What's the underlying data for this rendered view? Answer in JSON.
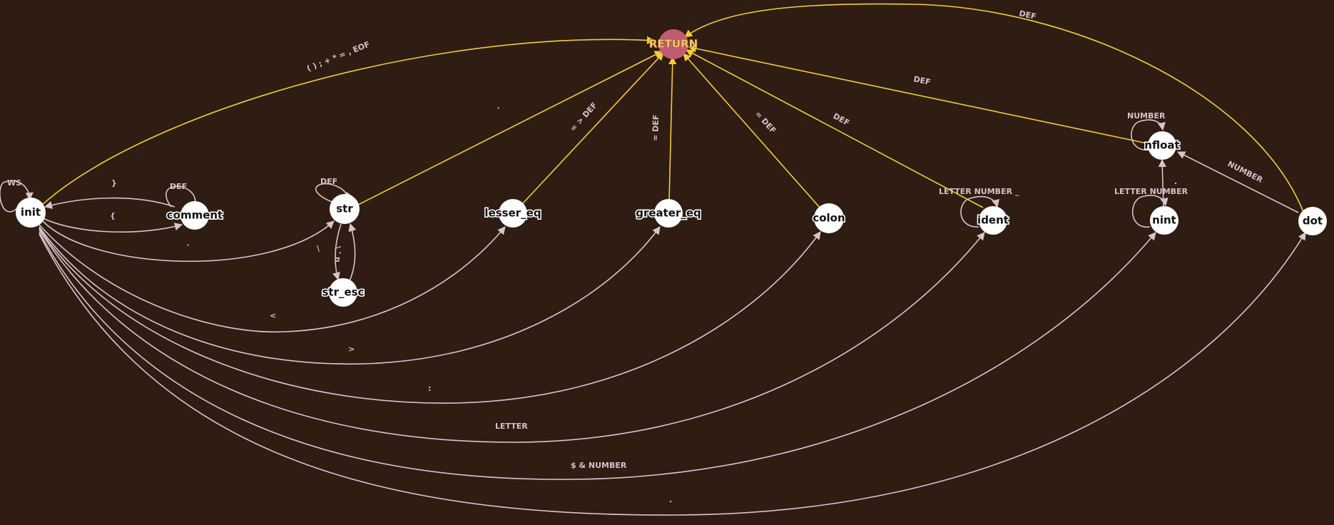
{
  "colors": {
    "background": "#2f1c12",
    "edge_default": "#d9c4cc",
    "edge_return": "#f2cd38",
    "node_fill": "#ffffff",
    "return_fill": "#c15b72",
    "return_text": "#f5c860"
  },
  "nodes": {
    "return": "RETURN",
    "init": "init",
    "comment": "comment",
    "str": "str",
    "str_esc": "str_esc",
    "lesser_eq": "lesser_eq",
    "greater_eq": "greater_eq",
    "colon": "colon",
    "ident": "ident",
    "nint": "nint",
    "nfloat": "nfloat",
    "dot": "dot"
  },
  "edge_labels": {
    "init_self": "WS",
    "init_return": "( ) ; + * = , EOF",
    "init_comment": "{",
    "comment_init": "}",
    "comment_self": "DEF",
    "init_str": "'",
    "str_self": "DEF",
    "str_return": "'",
    "str_str_esc": "\\",
    "str_esc_str": "\\ ' n",
    "init_lesser_eq": "<",
    "lesser_eq_return": "= > DEF",
    "init_greater_eq": ">",
    "greater_eq_return": "= DEF",
    "init_colon": ":",
    "colon_return": "= DEF",
    "init_ident": "LETTER",
    "ident_self": "LETTER NUMBER _",
    "ident_return": "DEF",
    "init_nint": "$ & NUMBER",
    "nint_self": "LETTER NUMBER",
    "nint_nfloat": ".",
    "nfloat_self": "NUMBER",
    "nfloat_return": "DEF",
    "init_dot": ".",
    "dot_nfloat": "NUMBER",
    "dot_return": "DEF"
  }
}
